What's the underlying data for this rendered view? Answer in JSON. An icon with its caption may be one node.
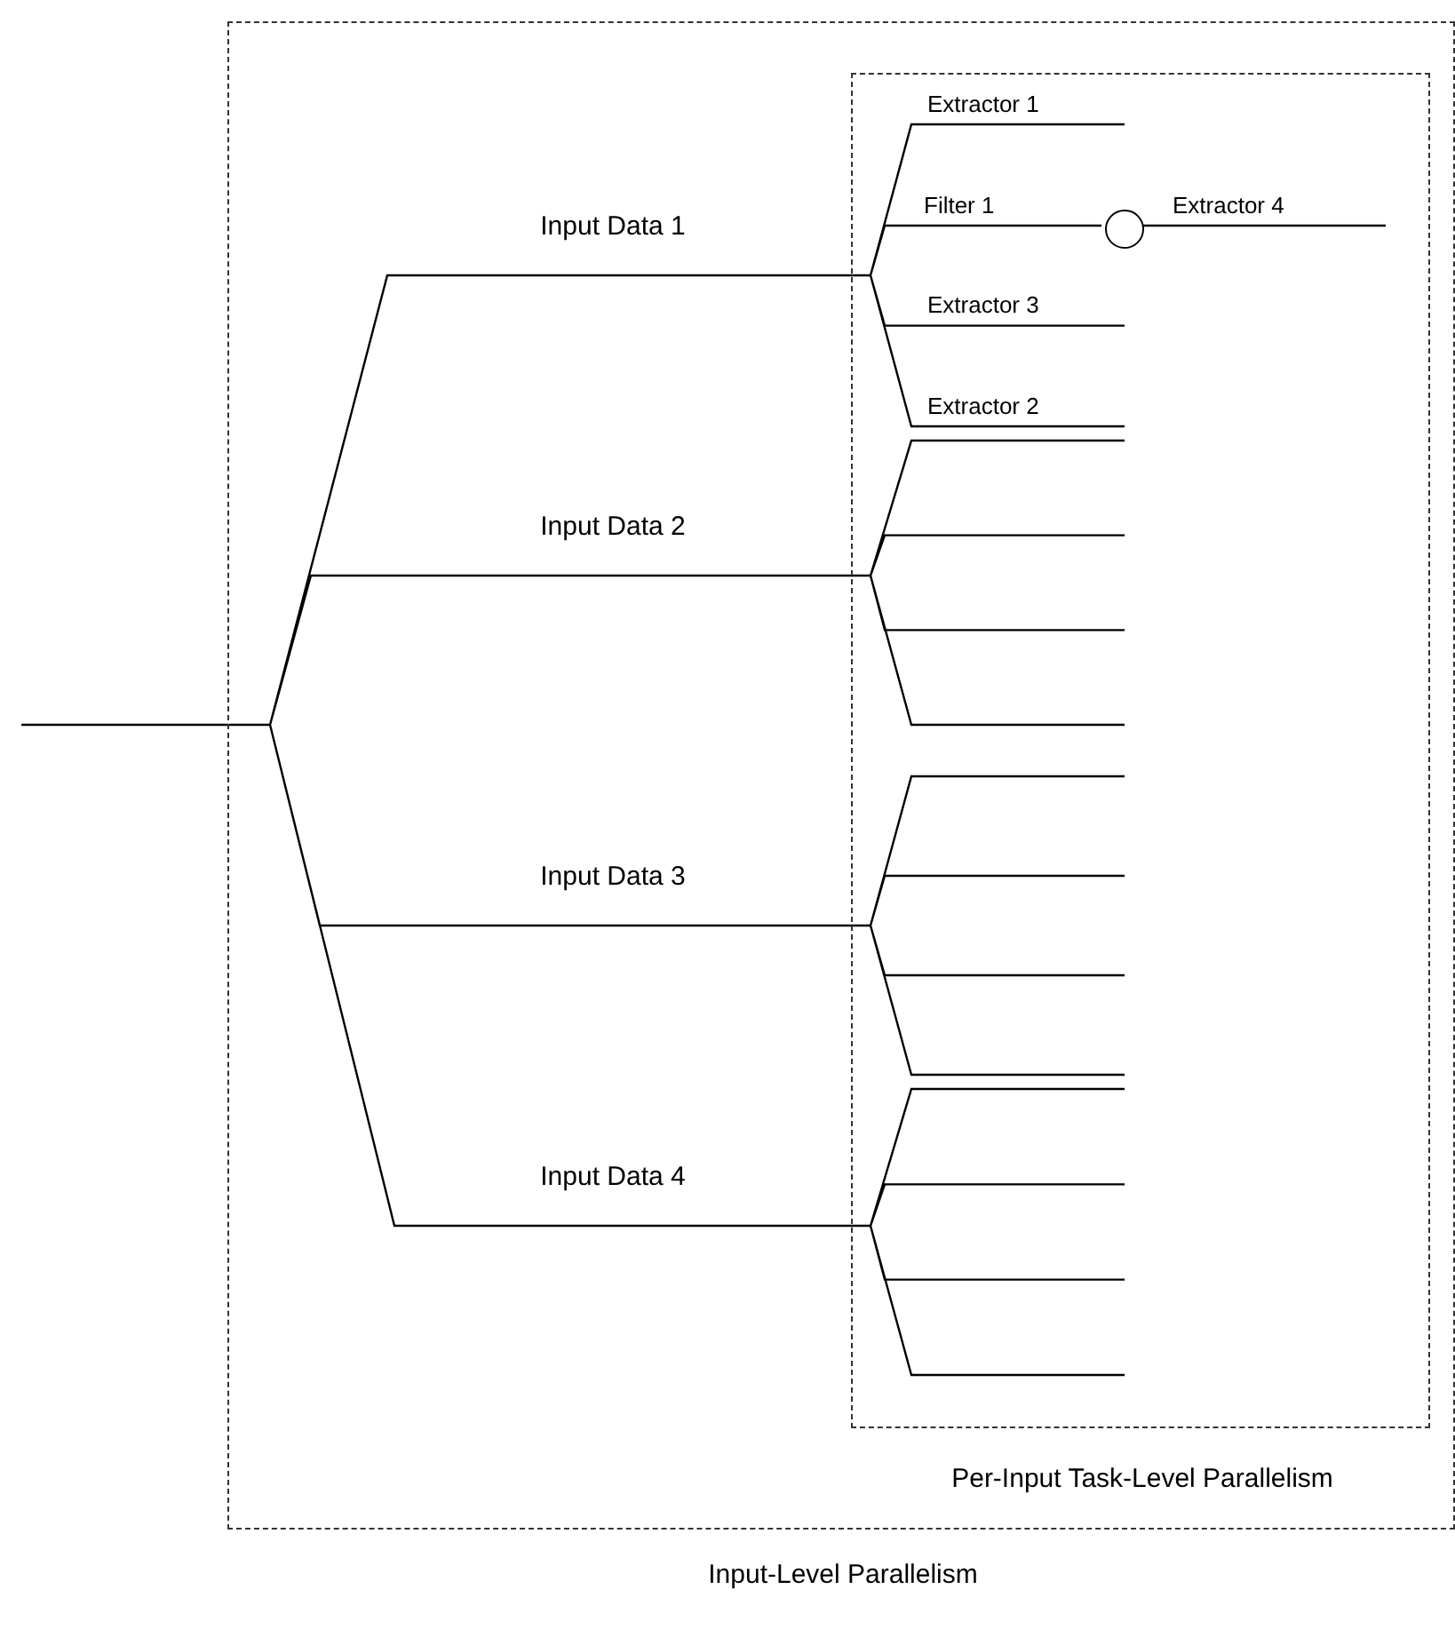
{
  "diagram": {
    "nodes": [
      {
        "text": [
          "Input-Level Parallelism"
        ]
      },
      {
        "text": [
          "Per-Input Task-Level Parallelism"
        ],
        "in": 0
      },
      {
        "text": [],
        "shape": "circle",
        "in": 1
      }
    ],
    "edges": [
      {
        "from": null,
        "to": 2,
        "arrow": "none",
        "label": "Filter 1"
      },
      {
        "from": 2,
        "to": null,
        "arrow": "none",
        "label": "Extractor 4"
      }
    ],
    "labels": [
      "Extractor 1",
      "Input Data 1",
      "Extractor 3",
      "Extractor 2",
      "Input Data 2",
      "Input Data 3",
      "Input Data 4"
    ]
  }
}
